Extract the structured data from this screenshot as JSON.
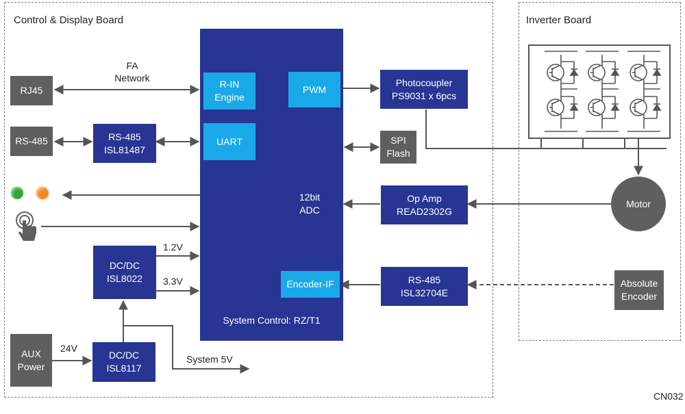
{
  "regions": {
    "control_board": "Control & Display Board",
    "inverter_board": "Inverter Board"
  },
  "blocks": {
    "rj45": "RJ45",
    "rs485_port": "RS-485",
    "rs485_isl81487": "RS-485\nISL81487",
    "dcdc_isl8022": "DC/DC\nISL8022",
    "aux_power": "AUX\nPower",
    "dcdc_isl8117": "DC/DC\nISL8117",
    "rin_engine": "R-IN\nEngine",
    "uart": "UART",
    "pwm": "PWM",
    "adc": "12bit\nADC",
    "encoder_if": "Encoder-IF",
    "system_control": "System Control: RZ/T1",
    "photocoupler": "Photocoupler\nPS9031 x 6pcs",
    "spi_flash": "SPI\nFlash",
    "op_amp": "Op Amp\nREAD2302G",
    "rs485_isl32704e": "RS-485\nISL32704E",
    "motor": "Motor",
    "absolute_encoder": "Absolute\nEncoder"
  },
  "labels": {
    "fa_network": "FA\nNetwork",
    "v1_2": "1.2V",
    "v3_3": "3.3V",
    "v24": "24V",
    "system_5v": "System 5V",
    "figure_code": "CN032"
  },
  "icons": {
    "led_green": "green-led-icon",
    "led_orange": "orange-led-icon",
    "button": "push-button-icon",
    "igbt": "igbt-bridge-icon"
  },
  "colors": {
    "navy": "#283593",
    "gray": "#5f5f5f",
    "cyan": "#1aa9e8",
    "wire": "#555555"
  }
}
